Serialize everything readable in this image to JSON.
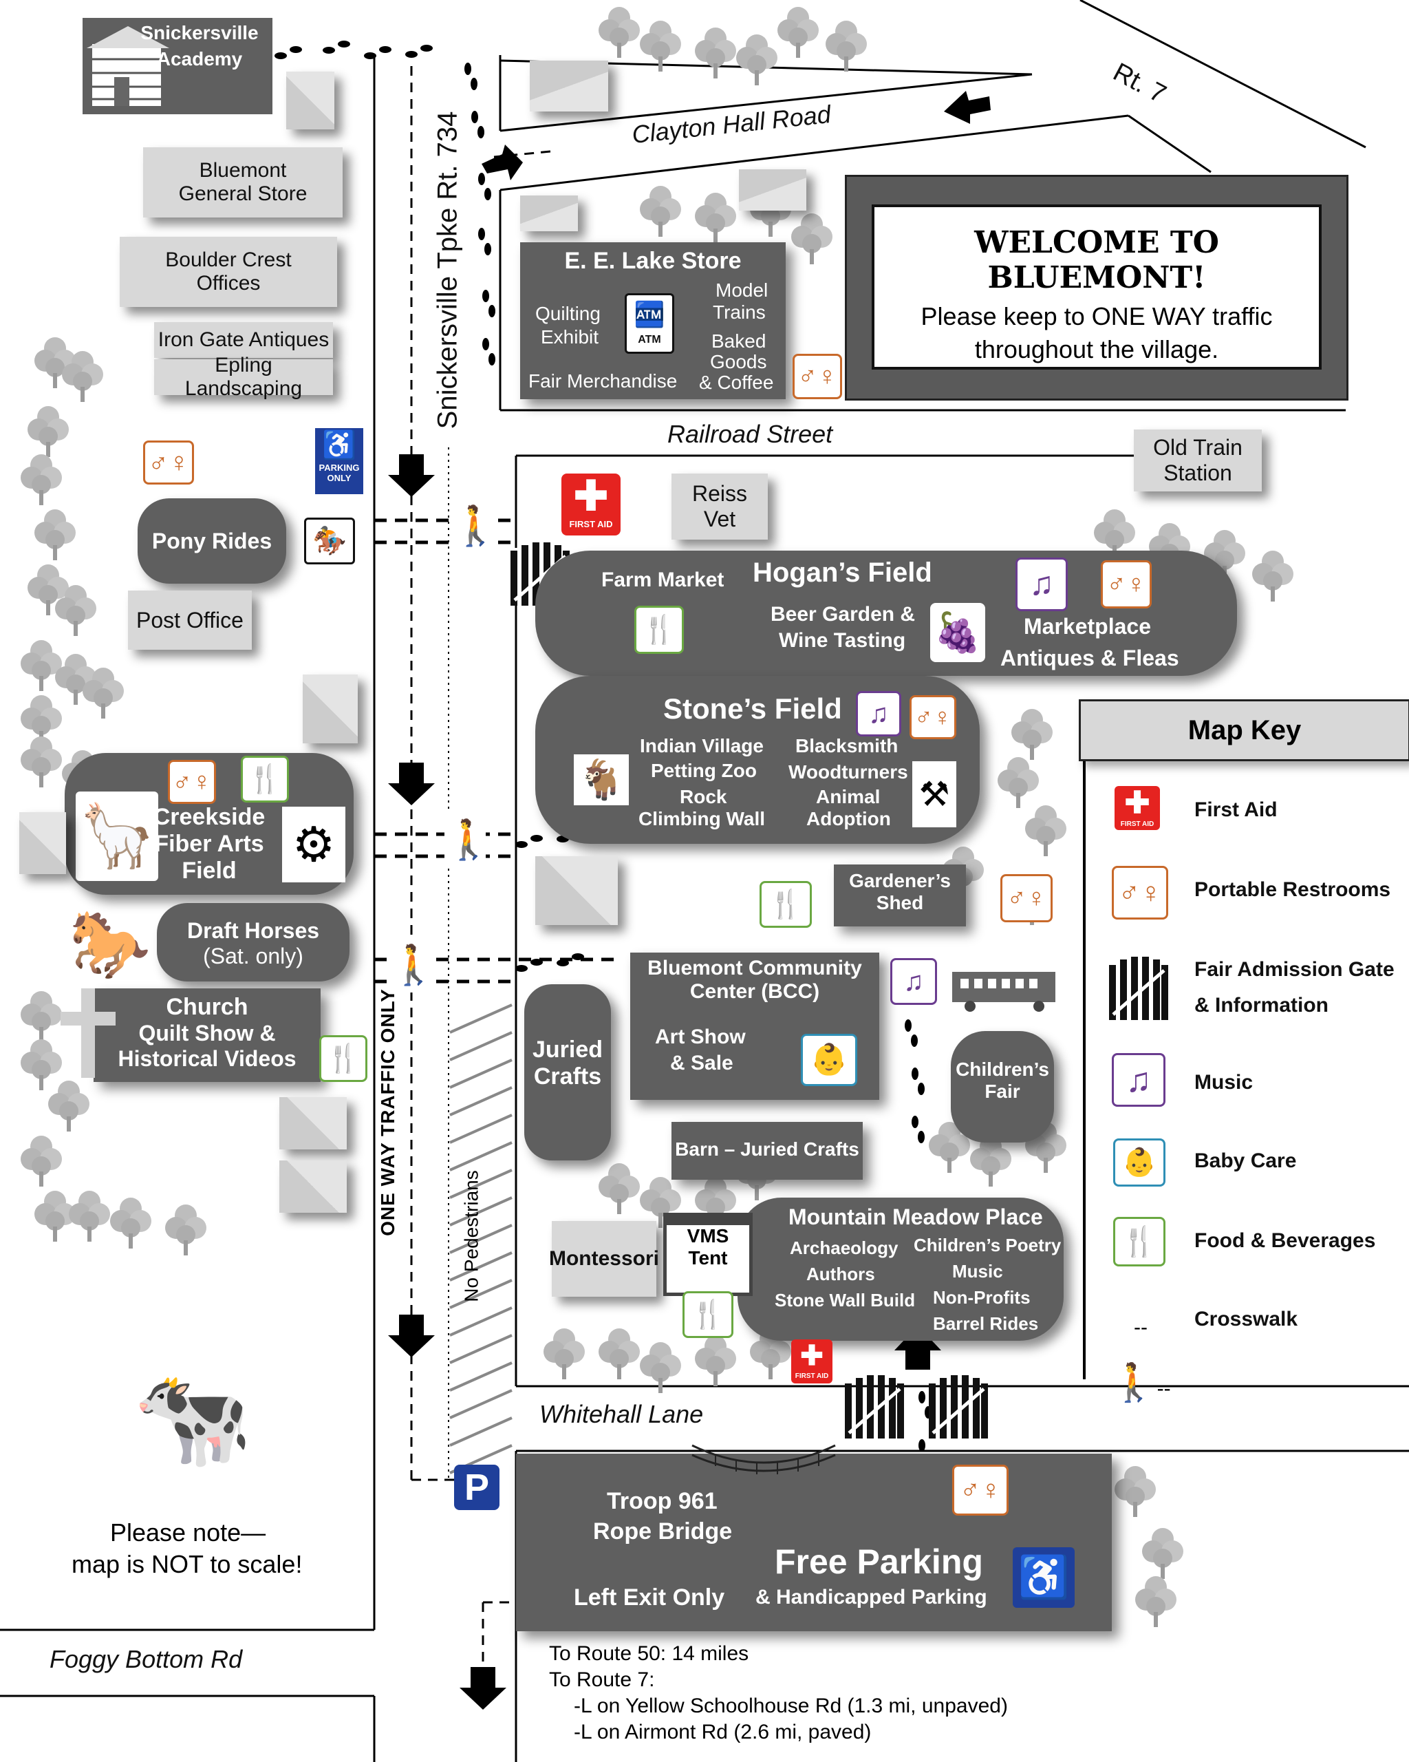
{
  "roads": {
    "rt7": "Rt. 7",
    "clayton": "Clayton Hall Road",
    "snickersville": "Snickersville Tpke Rt. 734",
    "railroad": "Railroad Street",
    "whitehall": "Whitehall Lane",
    "foggy": "Foggy Bottom Rd",
    "one_way": "ONE WAY TRAFFIC ONLY",
    "no_ped": "No Pedestrians"
  },
  "welcome": {
    "title": "WELCOME TO BLUEMONT!",
    "line1": "Please keep to ONE WAY traffic",
    "line2": "throughout the village."
  },
  "buildings": {
    "academy": [
      "Snickersville",
      "Academy"
    ],
    "general_store": [
      "Bluemont",
      "General Store"
    ],
    "boulder": [
      "Boulder Crest",
      "Offices"
    ],
    "iron_gate": "Iron Gate Antiques",
    "epling": "Epling Landscaping",
    "pony": "Pony Rides",
    "post_office": "Post Office",
    "creekside": [
      "Creekside",
      "Fiber Arts",
      "Field"
    ],
    "draft": [
      "Draft Horses",
      "(Sat. only)"
    ],
    "church": [
      "Church",
      "Quilt Show &",
      "Historical Videos"
    ],
    "lake_store": "E. E. Lake Store",
    "quilting": [
      "Quilting",
      "Exhibit"
    ],
    "model_trains": [
      "Model",
      "Trains"
    ],
    "baked": [
      "Baked",
      "Goods",
      "& Coffee"
    ],
    "fair_merch": "Fair Merchandise",
    "atm": "ATM",
    "reiss": [
      "Reiss",
      "Vet"
    ],
    "old_train": [
      "Old Train",
      "Station"
    ],
    "farm_market": "Farm Market",
    "hogans": "Hogan’s Field",
    "beer": [
      "Beer Garden &",
      "Wine Tasting"
    ],
    "marketplace": [
      "Marketplace",
      "Antiques & Fleas"
    ],
    "stones": "Stone’s Field",
    "stones_left": [
      "Indian Village",
      "Petting Zoo",
      "Rock",
      "Climbing Wall"
    ],
    "stones_right": [
      "Blacksmith",
      "Woodturners",
      "Animal",
      "Adoption"
    ],
    "gardener": [
      "Gardener’s",
      "Shed"
    ],
    "bcc": [
      "Bluemont Community",
      "Center (BCC)"
    ],
    "art_show": [
      "Art Show",
      "& Sale"
    ],
    "juried": [
      "Juried",
      "Crafts"
    ],
    "childrens": [
      "Children’s",
      "Fair"
    ],
    "barn": "Barn – Juried Crafts",
    "meadow": "Mountain Meadow Place",
    "meadow_left": [
      "Archaeology",
      "Authors",
      "Stone Wall Build"
    ],
    "meadow_right": [
      "Children’s Poetry",
      "Music",
      "Non-Profits",
      "Barrel Rides"
    ],
    "montessori": "Montessori",
    "vms": [
      "VMS",
      "Tent"
    ],
    "troop": [
      "Troop 961",
      "Rope Bridge"
    ],
    "free_parking": "Free Parking",
    "left_exit": "Left Exit Only",
    "handicapped": "& Handicapped Parking",
    "first_aid_small": "FIRST AID",
    "parking_only": [
      "PARKING",
      "ONLY"
    ]
  },
  "key": {
    "title": "Map Key",
    "items": [
      "First Aid",
      "Portable Restrooms",
      "Fair Admission Gate",
      "& Information",
      "Music",
      "Baby Care",
      "Food & Beverages",
      "Crosswalk"
    ]
  },
  "notes": {
    "scale": [
      "Please note—",
      "map is NOT to scale!"
    ],
    "directions": [
      "To Route 50: 14 miles",
      "To Route 7:",
      "-L on Yellow Schoolhouse Rd (1.3 mi, unpaved)",
      "-L on Airmont Rd (2.6 mi, paved)"
    ]
  },
  "colors": {
    "restroom": "#c8692a",
    "music": "#6a3c8f",
    "food": "#6aa842",
    "baby": "#2f8fb5",
    "firstaid": "#e52320",
    "handicap": "#1f3f9a",
    "block": "#5f5f5f",
    "light_block": "#d8d8d8"
  }
}
